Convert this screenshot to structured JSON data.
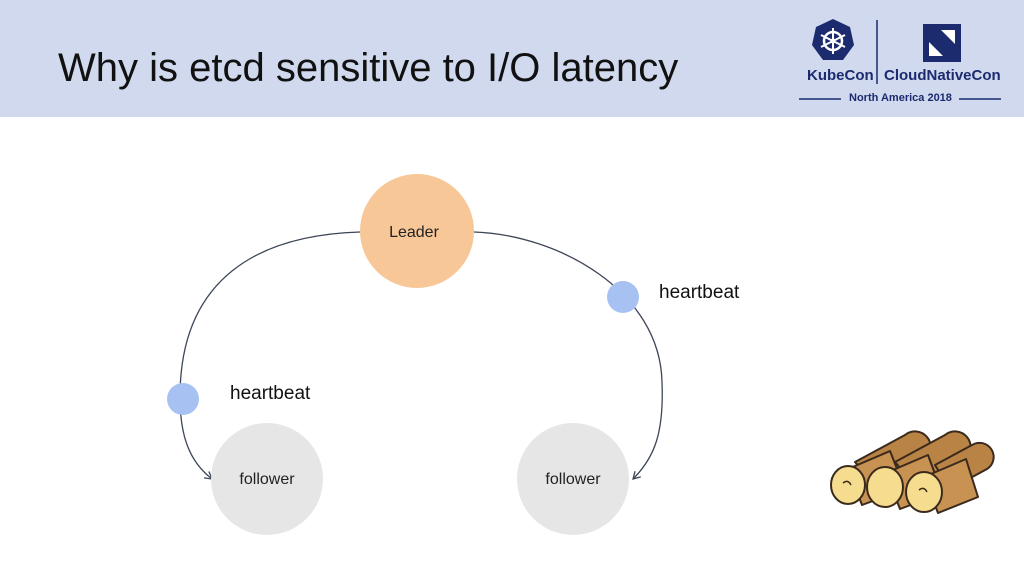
{
  "slide": {
    "title": "Why is etcd sensitive to I/O latency"
  },
  "logo": {
    "left_text": "KubeCon",
    "right_text": "CloudNativeCon",
    "subtitle": "North America 2018",
    "color": "#1b2b6e"
  },
  "diagram": {
    "leader_label": "Leader",
    "follower_left_label": "follower",
    "follower_right_label": "follower",
    "heartbeat_left_label": "heartbeat",
    "heartbeat_right_label": "heartbeat",
    "colors": {
      "leader": "#f7c797",
      "follower": "#e6e6e6",
      "heartbeat_dot": "#a7c2f2",
      "arc": "#3d4656"
    }
  },
  "decoration": {
    "icon": "logs-pile-icon"
  }
}
